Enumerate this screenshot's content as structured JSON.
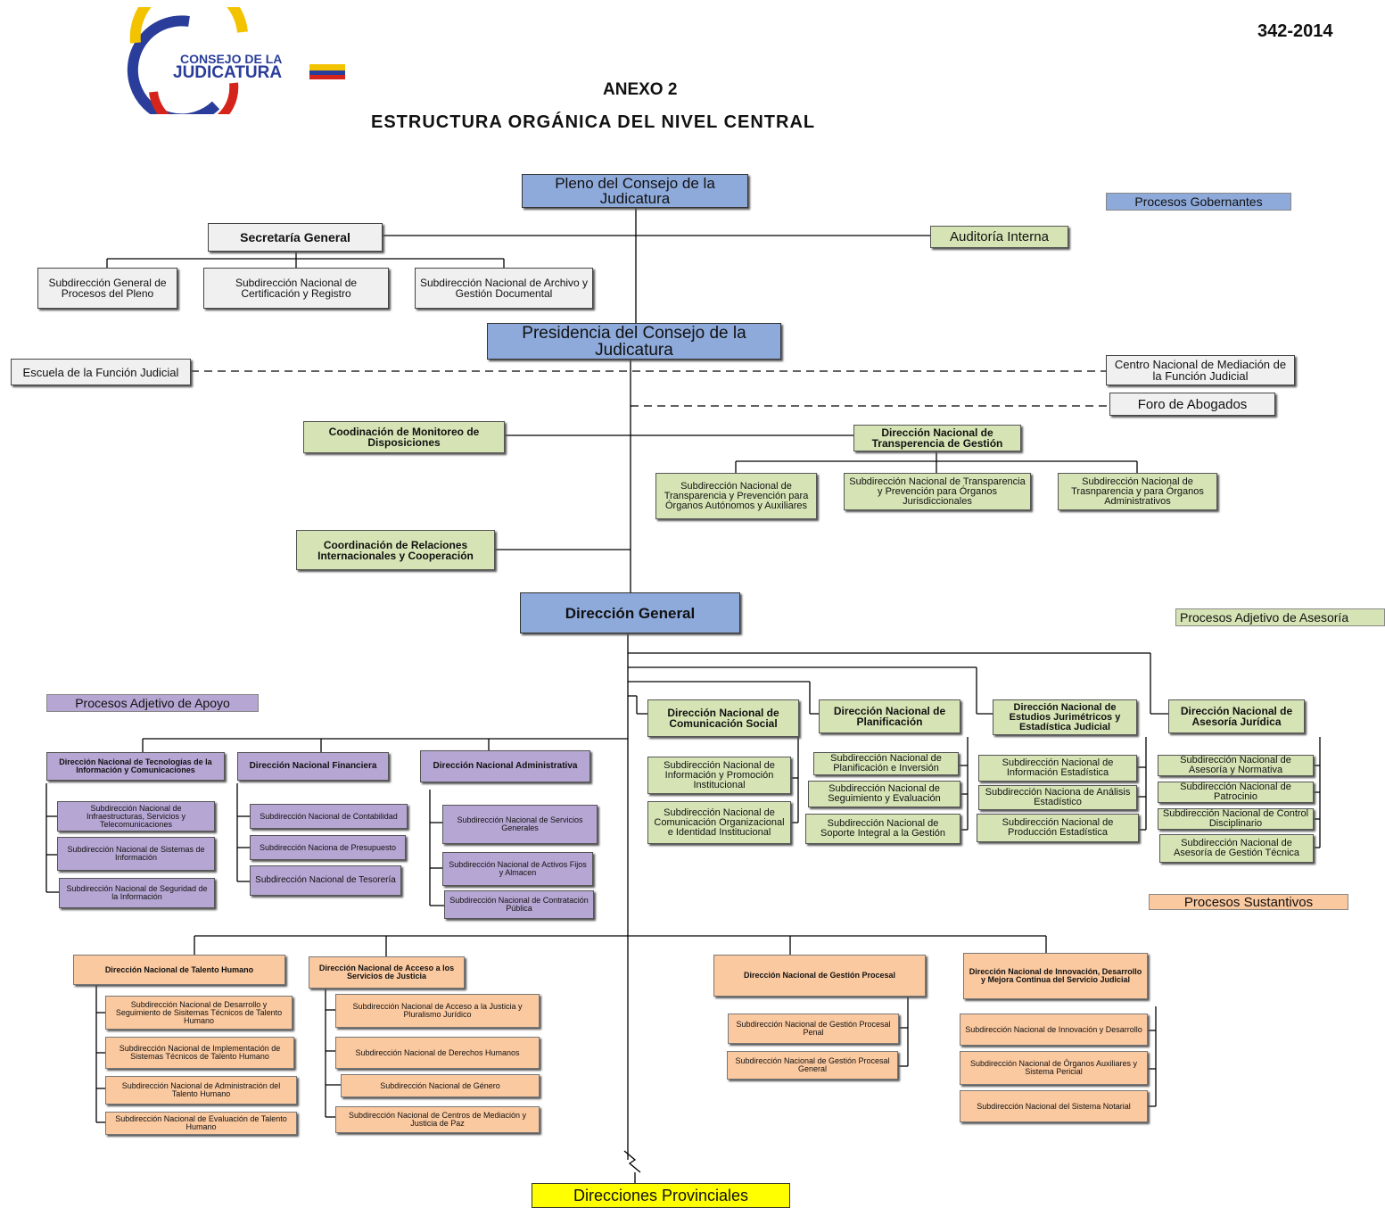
{
  "header": {
    "doc_number": "342-2014",
    "annex": "ANEXO 2",
    "title": "ESTRUCTURA ORGÁNICA DEL NIVEL CENTRAL",
    "logo_line1": "CONSEJO DE LA",
    "logo_line2": "JUDICATURA"
  },
  "legend": {
    "gobernantes": "Procesos Gobernantes",
    "asesoria": "Procesos Adjetivo de Asesoría",
    "apoyo": "Procesos Adjetivo de Apoyo",
    "sustantivos": "Procesos Sustantivos"
  },
  "gov": {
    "pleno": "Pleno del Consejo de la Judicatura",
    "secretaria": "Secretaría General",
    "auditoria": "Auditoría Interna",
    "sub_pleno": "Subdirección General de Procesos del Pleno",
    "sub_cert": "Subdirección Nacional de Certificación y Registro",
    "sub_archivo": "Subdirección Nacional de Archivo y Gestión Documental",
    "presidencia": "Presidencia del Consejo de la Judicatura",
    "escuela": "Escuela de la Función Judicial",
    "mediacion": "Centro Nacional de Mediación de la Función Judicial",
    "foro": "Foro de Abogados",
    "monitoreo": "Coodinación de Monitoreo de Disposiciones",
    "transparencia": "Dirección Nacional de Transperencia de Gestión",
    "sub_tr1": "Subdirección Nacional de Transparencia y Prevención para Órganos Autónomos y Auxiliares",
    "sub_tr2": "Subdirección Nacional de Transparencia y Prevención para Órganos Jurisdiccionales",
    "sub_tr3": "Subdirección Nacional de Trasnparencia y para Órganos Administrativos",
    "relaciones": "Coordinación de Relaciones Internacionales y Cooperación",
    "direccion_general": "Dirección General"
  },
  "asesoria": {
    "comunicacion": "Dirección Nacional de Comunicación Social",
    "com_sub1": "Subdirección Nacional de Información y Promoción Institucional",
    "com_sub2": "Subdirección Nacional de Comunicación Organizacional e Identidad Institucional",
    "planificacion": "Dirección Nacional de Planificación",
    "plan_sub1": "Subdirección Nacional de Planificación e Inversión",
    "plan_sub2": "Subdirección Nacional de Seguimiento y Evaluación",
    "plan_sub3": "Subdirección Nacional de Soporte Integral a la Gestión",
    "estudios": "Dirección Nacional de Estudios Jurimétricos y Estadística Judicial",
    "est_sub1": "Subdirección Nacional de Información Estadística",
    "est_sub2": "Subdirección Naciona de Análisis Estadístico",
    "est_sub3": "Subdirección Nacional de Producción Estadística",
    "juridica": "Dirección Nacional de Asesoría Jurídica",
    "jur_sub1": "Subdirección Nacional de Asesoría y Normativa",
    "jur_sub2": "Subdirección Nacional de Patrocinio",
    "jur_sub3": "Subdirección Nacional de Control Disciplinario",
    "jur_sub4": "Subdirección Nacional de Asesoría de Gestión Técnica"
  },
  "apoyo": {
    "tics": "Dirección Nacional de Tecnologías de la Información y Comunicaciones",
    "tics_sub1": "Subdirección Nacional de Infraestructuras, Servicios y Telecomunicaciones",
    "tics_sub2": "Subdirección Nacional de Sistemas de Información",
    "tics_sub3": "Subdirección Nacional de Seguridad de la Información",
    "financiera": "Dirección Nacional Financiera",
    "fin_sub1": "Subdirección Nacional de Contabilidad",
    "fin_sub2": "Subdirección Naciona de Presupuesto",
    "fin_sub3": "Subdirección Nacional de Tesorería",
    "administrativa": "Dirección Nacional Administrativa",
    "adm_sub1": "Subdirección Nacional de Servicios Generales",
    "adm_sub2": "Subdirección Nacional de Activos Fijos y Almacen",
    "adm_sub3": "Subdirección Nacional de Contratación Pública"
  },
  "sustantivos": {
    "talento": "Dirección Nacional de Talento Humano",
    "tal_sub1": "Subdirección Nacional de Desarrollo y Seguimiento de Sisitemas Técnicos de Talento Humano",
    "tal_sub2": "Subdirección Nacional de Implementación de Sistemas Técnicos de Talento Humano",
    "tal_sub3": "Subdirección Nacional de Administración del Talento Humano",
    "tal_sub4": "Subdirección Nacional de Evaluación de Talento Humano",
    "acceso": "Dirección Nacional de Acceso a los Servicios de Justicia",
    "acc_sub1": "Subdirección Nacional de Acceso a la Justicia y Pluralismo Jurídico",
    "acc_sub2": "Subdirección Nacional de Derechos Humanos",
    "acc_sub3": "Subdirección Nacional de Género",
    "acc_sub4": "Subdirección Nacional de Centros de Mediación y Justicia de Paz",
    "gestion": "Dirección Nacional de Gestión Procesal",
    "ges_sub1": "Subdirección Nacional de Gestión Procesal Penal",
    "ges_sub2": "Subdirección Nacional de Gestión Procesal General",
    "innovacion": "Dirección Nacional de Innovación, Desarrollo y Mejora Continua del Servicio Judicial",
    "inn_sub1": "Subdirección Nacional de Innovación y Desarrollo",
    "inn_sub2": "Subdirección Nacional de Órganos Auxiliares y Sistema Pericial",
    "inn_sub3": "Subdirección Nacional del Sistema Notarial"
  },
  "provinciales": "Direcciones Provinciales",
  "colors": {
    "gobernantes": "#8eaadb",
    "asesoria": "#d6e4b5",
    "apoyo": "#b6a6d3",
    "sustantivos": "#fbc9a0",
    "provinciales": "#ffff00",
    "externos": "#f0f0f0"
  }
}
